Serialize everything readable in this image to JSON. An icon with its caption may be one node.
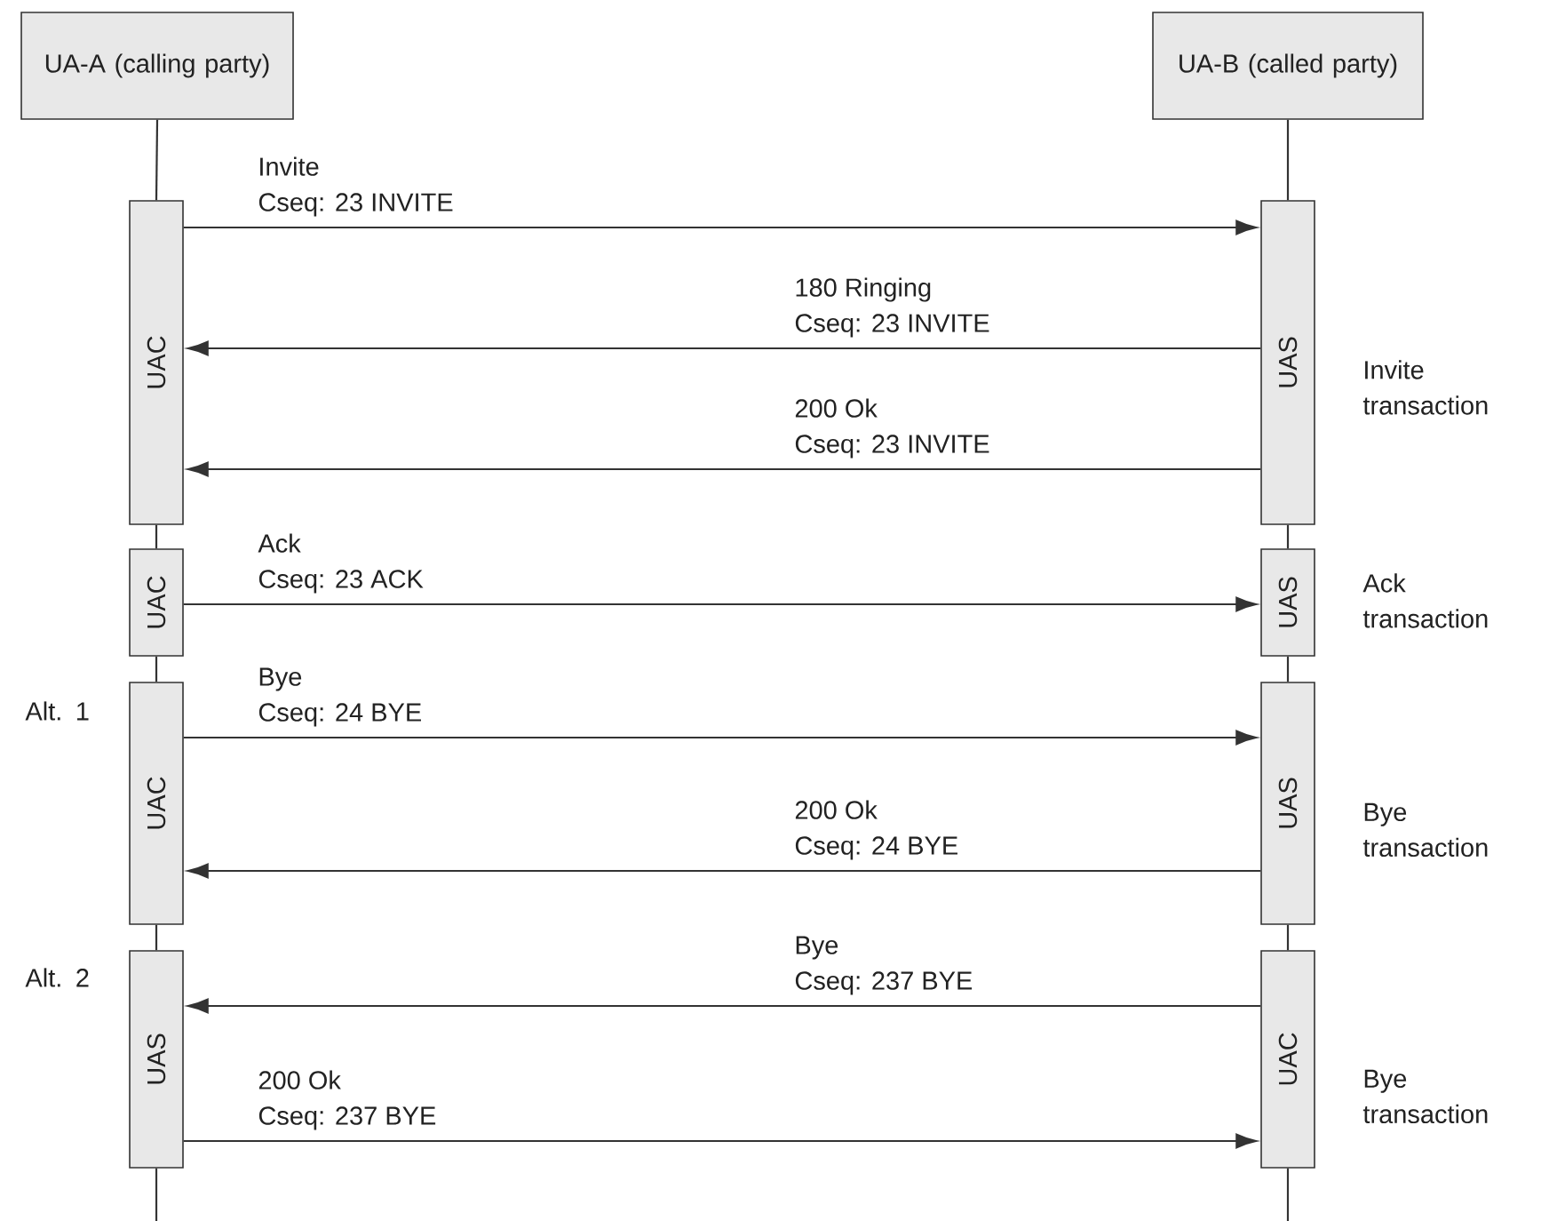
{
  "diagram": {
    "nodes": [
      {
        "text": [
          "UA-A (calling party)"
        ]
      },
      {
        "text": [
          "UA-B (called party)"
        ]
      },
      {
        "text": [
          "UAC"
        ]
      },
      {
        "text": [
          "UAS"
        ],
        "beside": [
          "Invite transaction"
        ]
      },
      {
        "text": [
          "UAC"
        ]
      },
      {
        "text": [
          "UAS"
        ],
        "beside": [
          "Ack transaction"
        ]
      },
      {
        "text": [
          "UAC"
        ],
        "beside": [
          "Alt. 1"
        ]
      },
      {
        "text": [
          "UAS"
        ],
        "beside": [
          "Bye transaction"
        ]
      },
      {
        "text": [
          "UAS"
        ],
        "beside": [
          "Alt. 2"
        ]
      },
      {
        "text": [
          "UAC"
        ],
        "beside": [
          "Bye transaction"
        ]
      }
    ],
    "edges": [
      {
        "from": 0,
        "to": 2,
        "arrow": "none"
      },
      {
        "from": 2,
        "to": 4,
        "arrow": "none"
      },
      {
        "from": 4,
        "to": 6,
        "arrow": "none"
      },
      {
        "from": 6,
        "to": 8,
        "arrow": "none"
      },
      {
        "from": 8,
        "to": null,
        "arrow": "none"
      },
      {
        "from": 1,
        "to": 3,
        "arrow": "none"
      },
      {
        "from": 3,
        "to": 5,
        "arrow": "none"
      },
      {
        "from": 5,
        "to": 7,
        "arrow": "none"
      },
      {
        "from": 7,
        "to": 9,
        "arrow": "none"
      },
      {
        "from": 9,
        "to": null,
        "arrow": "none"
      },
      {
        "from": 2,
        "to": 3,
        "arrow": "to",
        "label": "Invite Cseq: 23 INVITE"
      },
      {
        "from": 3,
        "to": 2,
        "arrow": "to",
        "label": "180 Ringing Cseq: 23 INVITE"
      },
      {
        "from": 3,
        "to": 2,
        "arrow": "to",
        "label": "200 Ok Cseq: 23 INVITE"
      },
      {
        "from": 4,
        "to": 5,
        "arrow": "to",
        "label": "Ack Cseq: 23 ACK"
      },
      {
        "from": 6,
        "to": 7,
        "arrow": "to",
        "label": "Bye Cseq: 24 BYE"
      },
      {
        "from": 7,
        "to": 6,
        "arrow": "to",
        "label": "200 Ok Cseq: 24 BYE"
      },
      {
        "from": 9,
        "to": 8,
        "arrow": "to",
        "label": "Bye Cseq: 237 BYE"
      },
      {
        "from": 8,
        "to": 9,
        "arrow": "to",
        "label": "200 Ok Cseq: 237 BYE"
      }
    ]
  }
}
